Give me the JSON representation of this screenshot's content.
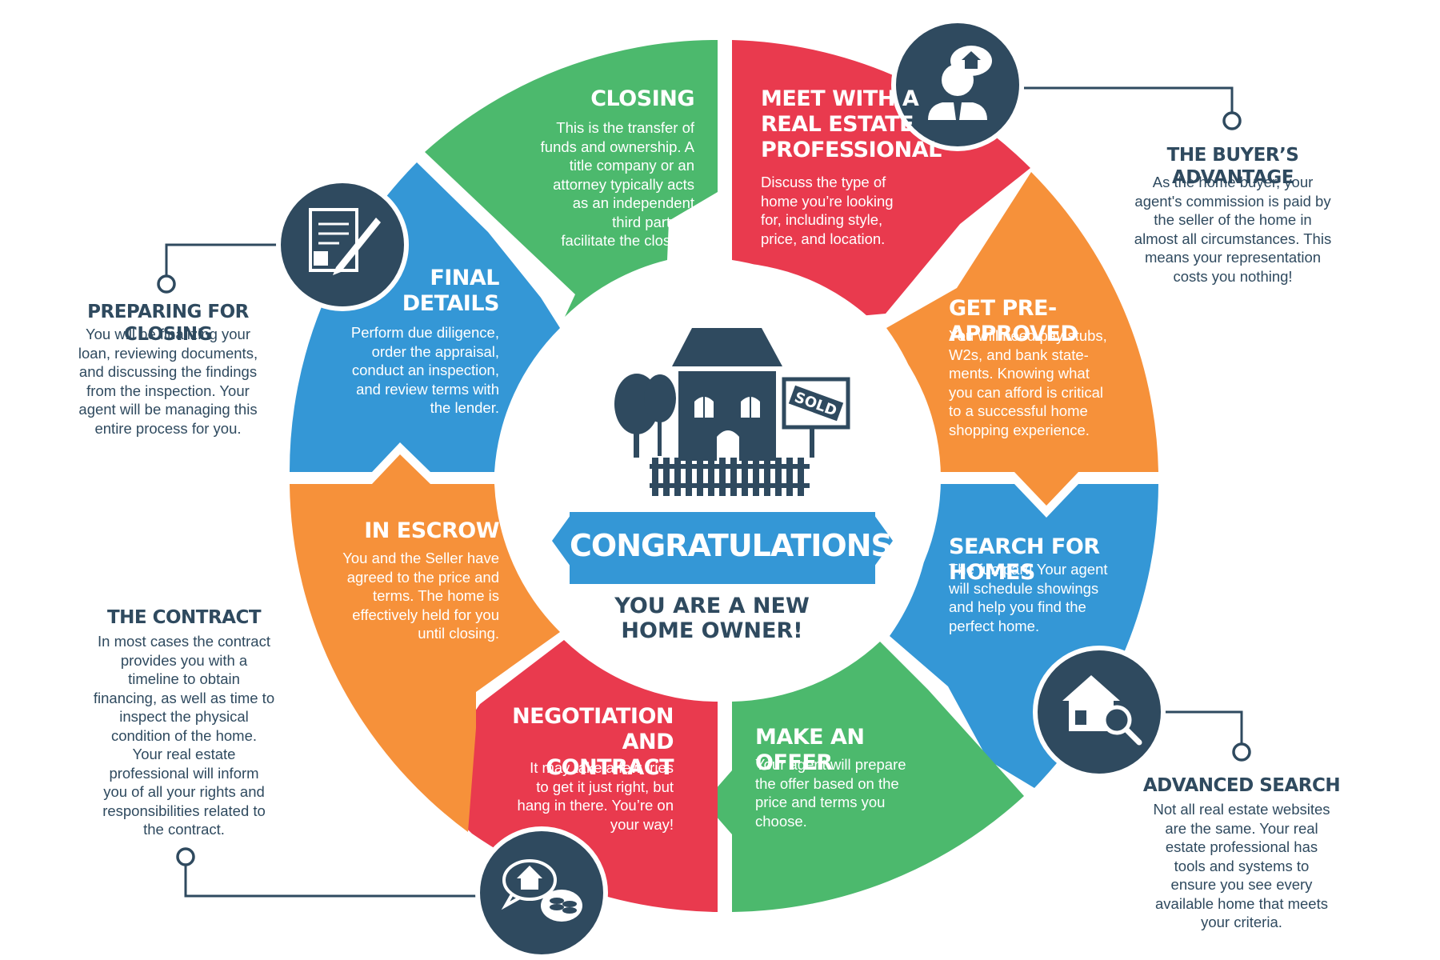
{
  "colors": {
    "green": "#4cb96d",
    "red": "#e93a4e",
    "orange": "#f6913a",
    "blue": "#3497d6",
    "navy": "#2f4a5f",
    "white": "#ffffff"
  },
  "segments": [
    {
      "id": "closing",
      "title": "CLOSING",
      "body": "This is the transfer of\nfunds and ownership. A\ntitle company or an\nattorney typically acts\nas an independent\nthird party to\nfacilitate the closing."
    },
    {
      "id": "meet",
      "title": "MEET WITH A\nREAL ESTATE\nPROFESSIONAL",
      "body": "Discuss the type of\nhome you’re looking\nfor, including style,\nprice, and location."
    },
    {
      "id": "preapproved",
      "title": "GET PRE-APPROVED",
      "body": "You will need pay stubs,\nW2s, and bank state-\nments. Knowing what\nyou can afford is critical\nto a successful home\nshopping experience."
    },
    {
      "id": "search",
      "title": "SEARCH FOR HOMES",
      "body": "The fun part! Your agent\nwill schedule showings\nand help you find the\nperfect home."
    },
    {
      "id": "offer",
      "title": "MAKE AN OFFER",
      "body": "Your agent will prepare\nthe offer based on the\nprice and terms you\nchoose."
    },
    {
      "id": "negotiation",
      "title": "NEGOTIATION\nAND CONTRACT",
      "body": "It may take a few tries\nto get it just right, but\nhang in there. You’re on\nyour way!"
    },
    {
      "id": "escrow",
      "title": "IN ESCROW",
      "body": "You and the Seller have\nagreed to the price and\nterms. The home is\neffectively held for you\nuntil closing."
    },
    {
      "id": "final",
      "title": "FINAL\nDETAILS",
      "body": "Perform due diligence,\norder the appraisal,\nconduct an inspection,\nand review terms with\nthe lender."
    }
  ],
  "side_notes": [
    {
      "id": "buyer",
      "title": "THE BUYER’S ADVANTAGE",
      "body": "As the home buyer, your\nagent's commission is paid by\nthe seller of the home in\nalmost all circumstances. This\nmeans your representation\ncosts you nothing!",
      "icon": "agent-icon"
    },
    {
      "id": "preparing",
      "title": "PREPARING FOR CLOSING",
      "body": "You will be finalizing your\nloan, reviewing documents,\nand discussing the findings\nfrom the inspection. Your\nagent will be managing this\nentire process for you.",
      "icon": "contract-signing-icon"
    },
    {
      "id": "contract",
      "title": "THE CONTRACT",
      "body": "In most cases the contract\nprovides you with a\ntimeline to obtain\nfinancing, as well as time to\ninspect the physical\ncondition of the home.\nYour real estate\nprofessional will inform\nyou of all your rights and\nresponsibilities related to\nthe contract.",
      "icon": "house-money-chat-icon"
    },
    {
      "id": "advanced",
      "title": "ADVANCED SEARCH",
      "body": "Not all real estate websites\nare the same. Your real\nestate professional has\ntools and systems to\nensure you see every\navailable home that meets\nyour criteria.",
      "icon": "house-search-icon"
    }
  ],
  "center": {
    "banner": "CONGRATULATIONS!",
    "subtitle": "YOU ARE A NEW\nHOME OWNER!",
    "sign_text": "SOLD",
    "icon": "sold-house-icon"
  }
}
